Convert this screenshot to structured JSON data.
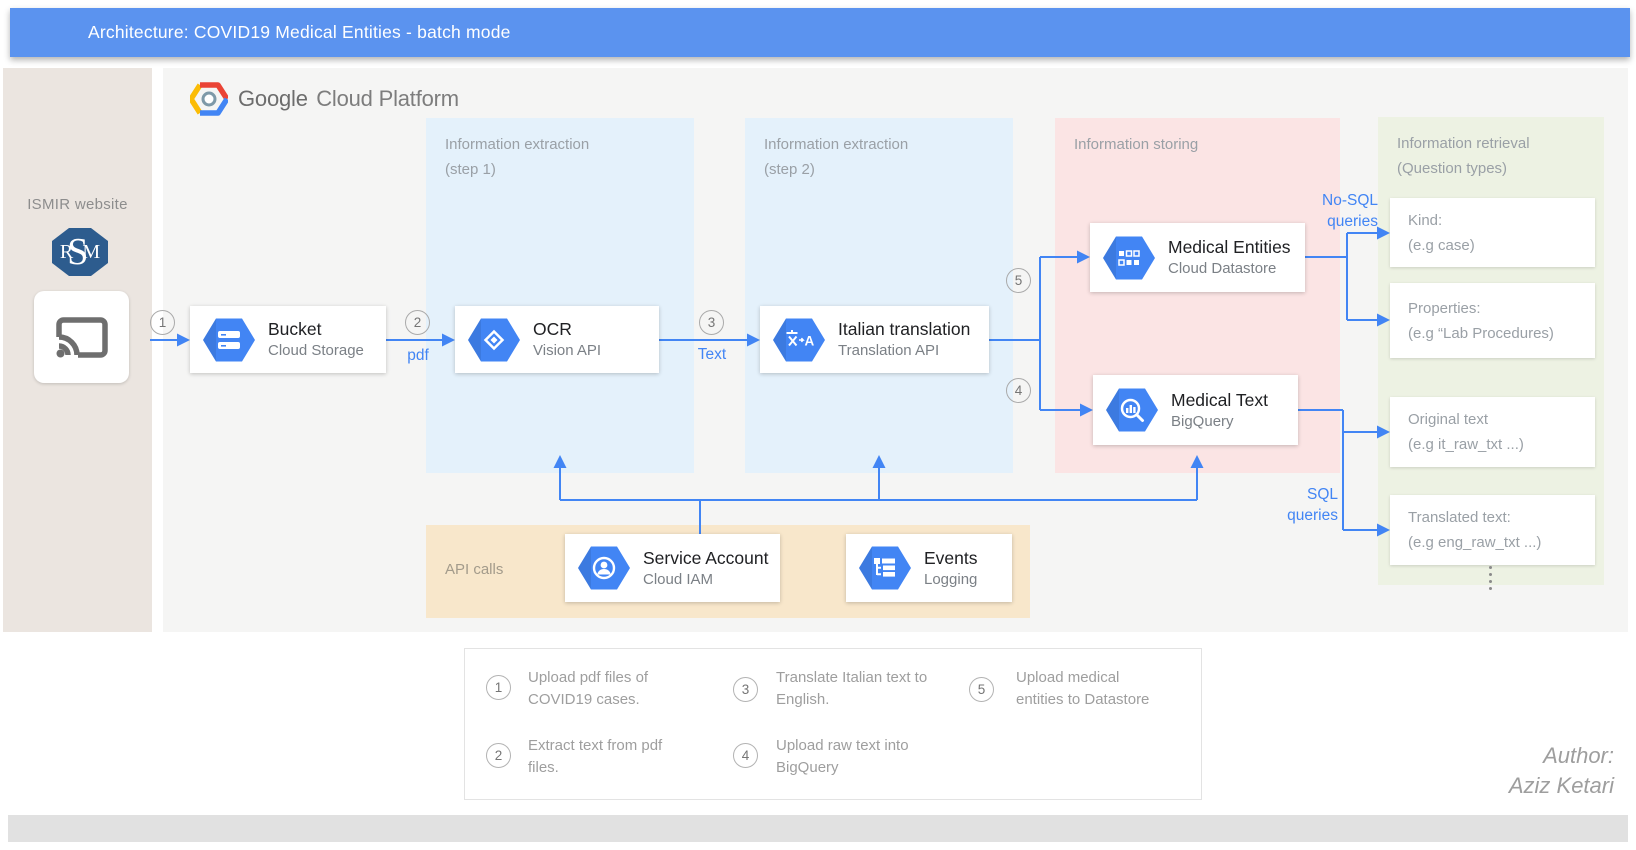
{
  "header": {
    "title": "Architecture: COVID19 Medical Entities - batch mode"
  },
  "sidebar": {
    "label": "ISMIR website",
    "monogram": {
      "left": "R",
      "mid": "S",
      "right": "M"
    }
  },
  "gcp_logo": {
    "primary": "Google",
    "secondary": "Cloud Platform"
  },
  "panels": {
    "step1": {
      "line1": "Information extraction",
      "line2": "(step 1)"
    },
    "step2": {
      "line1": "Information extraction",
      "line2": "(step 2)"
    },
    "storing": {
      "line1": "Information storing"
    },
    "retrieval": {
      "line1": "Information retrieval",
      "line2": "(Question  types)"
    },
    "api_calls": {
      "label": "API calls"
    }
  },
  "nodes": {
    "bucket": {
      "name": "Bucket",
      "product": "Cloud Storage"
    },
    "ocr": {
      "name": "OCR",
      "product": "Vision API"
    },
    "translation": {
      "name": "Italian translation",
      "product": "Translation API"
    },
    "datastore": {
      "name": "Medical Entities",
      "product": "Cloud Datastore"
    },
    "bigquery": {
      "name": "Medical Text",
      "product": "BigQuery"
    },
    "iam": {
      "name": "Service Account",
      "product": "Cloud IAM"
    },
    "logging": {
      "name": "Events",
      "product": "Logging"
    }
  },
  "flow": {
    "n1": "1",
    "n2": "2",
    "n3": "3",
    "n4": "4",
    "n5": "5",
    "pdf": "pdf",
    "text": "Text",
    "nosql_line1": "No-SQL",
    "nosql_line2": "queries",
    "sql_line1": "SQL",
    "sql_line2": "queries"
  },
  "retrieval_items": {
    "kind": {
      "line1": "Kind:",
      "line2": "(e.g case)"
    },
    "properties": {
      "line1": "Properties:",
      "line2": "(e.g “Lab Procedures)"
    },
    "original": {
      "line1": "Original text",
      "line2": "(e.g it_raw_txt ...)"
    },
    "translated": {
      "line1": "Translated text:",
      "line2": "(e.g eng_raw_txt ...)"
    }
  },
  "legend": {
    "items": [
      {
        "num": "1",
        "text": "Upload pdf files of COVID19 cases."
      },
      {
        "num": "2",
        "text": "Extract text from pdf files."
      },
      {
        "num": "3",
        "text": "Translate Italian text to English."
      },
      {
        "num": "4",
        "text": "Upload raw text into BigQuery"
      },
      {
        "num": "5",
        "text": "Upload medical entities to Datastore"
      }
    ]
  },
  "author": {
    "line1": "Author:",
    "line2": "Aziz Ketari"
  },
  "colors": {
    "accent_blue": "#4285f4",
    "header_blue": "#5b93ef",
    "panel_blue": "#e4f1fb",
    "panel_pink": "#fbe4e4",
    "panel_green": "#edf2e3",
    "panel_tan": "#f8e7cb",
    "hexagon_blue": "#4285f4",
    "ismir_navy": "#2d5c8e"
  },
  "icons": {
    "ismir": "ismir-monogram-icon",
    "cast": "cast-icon",
    "gcp": "gcp-hexagon-icon",
    "storage": "storage-hexagon-icon",
    "vision": "vision-hexagon-icon",
    "translation": "translation-hexagon-icon",
    "datastore": "datastore-hexagon-icon",
    "bigquery": "bigquery-hexagon-icon",
    "iam": "iam-hexagon-icon",
    "logging": "logging-hexagon-icon",
    "ellipsis": "vertical-ellipsis-icon"
  }
}
